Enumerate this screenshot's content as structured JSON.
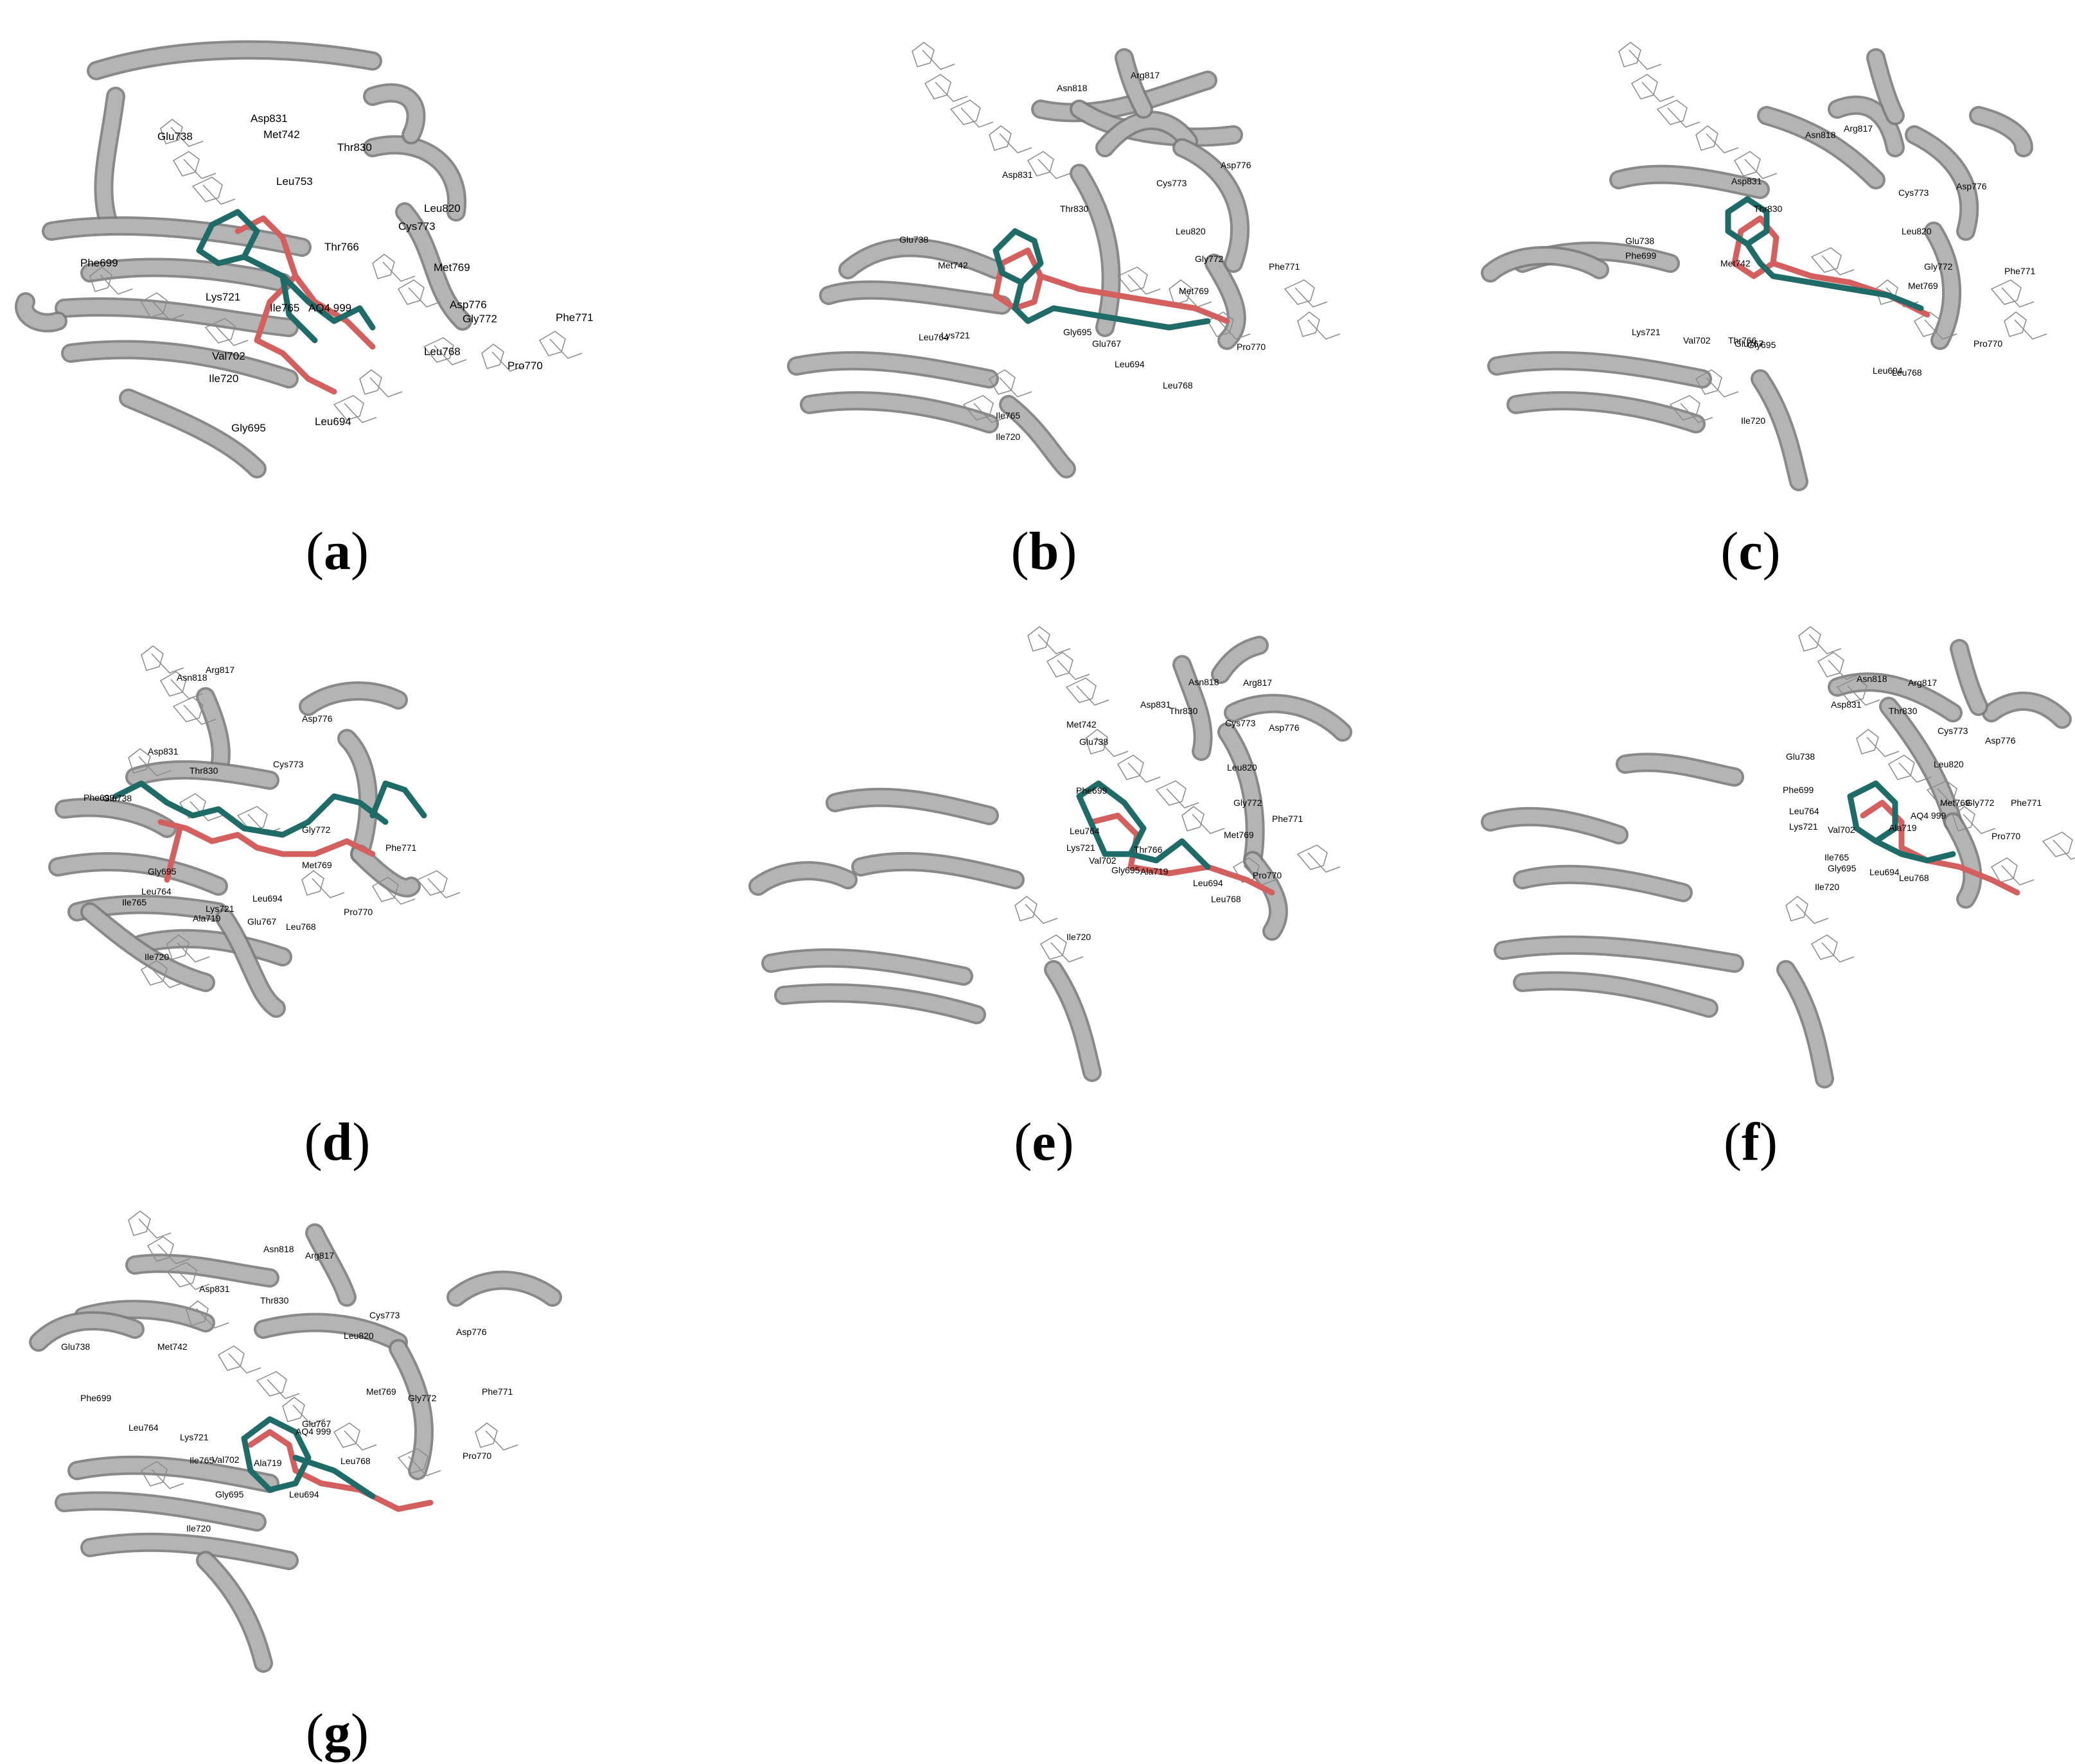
{
  "figure": {
    "panels": [
      {
        "label": "a",
        "residues": [
          "Asp831",
          "Met742",
          "Glu738",
          "Thr830",
          "Leu753",
          "Leu820",
          "Cys773",
          "Thr766",
          "Met769",
          "Phe699",
          "Lys721",
          "Ile765",
          "AQ4 999",
          "Asp776",
          "Gly772",
          "Phe771",
          "Val702",
          "Leu768",
          "Ile720",
          "Pro770",
          "Leu694",
          "Gly695"
        ]
      },
      {
        "label": "b",
        "residues": [
          "Arg817",
          "Asn818",
          "Asp776",
          "Asp831",
          "Cys773",
          "Thr830",
          "Leu820",
          "Glu738",
          "Met742",
          "Phe771",
          "Gly772",
          "Met769",
          "Leu764",
          "Lys721",
          "Gly695",
          "Glu767",
          "Pro770",
          "Leu694",
          "Leu768",
          "Ile765",
          "Ile720"
        ]
      },
      {
        "label": "c",
        "residues": [
          "Arg817",
          "Asn818",
          "Asp776",
          "Asp831",
          "Cys773",
          "Thr830",
          "Leu820",
          "Glu738",
          "Phe699",
          "Met742",
          "Gly772",
          "Phe771",
          "Met769",
          "Lys721",
          "Val702",
          "Thr766",
          "Gly695",
          "Glu767",
          "Pro770",
          "Leu694",
          "Leu768",
          "Ile720"
        ]
      },
      {
        "label": "d",
        "residues": [
          "Arg817",
          "Asn818",
          "Asp776",
          "Asp831",
          "Cys773",
          "Thr830",
          "Phe699",
          "Glu738",
          "Gly772",
          "Phe771",
          "Met769",
          "Gly695",
          "Leu764",
          "Ile765",
          "Lys721",
          "Leu694",
          "Pro770",
          "Ala719",
          "Glu767",
          "Leu768",
          "Ile720"
        ]
      },
      {
        "label": "e",
        "residues": [
          "Asn818",
          "Arg817",
          "Asp831",
          "Thr830",
          "Cys773",
          "Asp776",
          "Met742",
          "Glu738",
          "Leu820",
          "Phe699",
          "Gly772",
          "Phe771",
          "Met769",
          "Leu764",
          "Lys721",
          "Thr766",
          "Val702",
          "Gly695",
          "Ala719",
          "Pro770",
          "Leu694",
          "Leu768",
          "Ile720"
        ]
      },
      {
        "label": "f",
        "residues": [
          "Asn818",
          "Arg817",
          "Asp831",
          "Thr830",
          "Cys773",
          "Asp776",
          "Glu738",
          "Leu820",
          "Phe699",
          "Met769",
          "Gly772",
          "Phe771",
          "Leu764",
          "AQ4 999",
          "Lys721",
          "Ala719",
          "Val702",
          "Pro770",
          "Ile765",
          "Gly695",
          "Leu694",
          "Leu768",
          "Ile720"
        ]
      },
      {
        "label": "g",
        "residues": [
          "Asn818",
          "Arg817",
          "Asp831",
          "Thr830",
          "Cys773",
          "Asp776",
          "Glu738",
          "Met742",
          "Leu820",
          "Met769",
          "Gly772",
          "Phe771",
          "Phe699",
          "Leu764",
          "Glu767",
          "AQ4 999",
          "Lys721",
          "Pro770",
          "Ile765",
          "Val702",
          "Ala719",
          "Leu768",
          "Gly695",
          "Leu694",
          "Ile720"
        ]
      }
    ],
    "colors": {
      "ribbon": "#b4b4b4",
      "ribbon_shadow": "#7c7c7c",
      "ligand_teal": "#1f6b68",
      "ligand_red": "#d45f5f",
      "wire": "#8a8a8a",
      "hbond": "#4fa3c7"
    }
  }
}
